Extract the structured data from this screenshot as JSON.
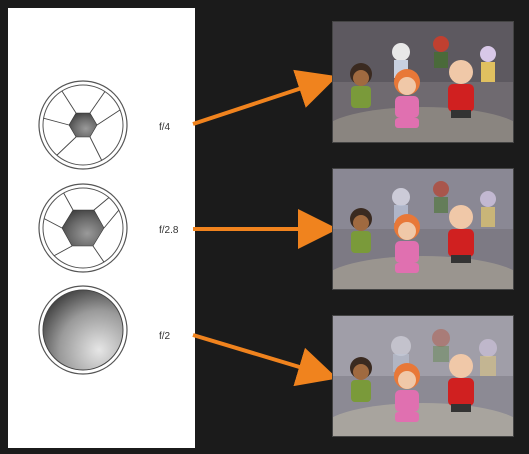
{
  "colors": {
    "background": "#1b1b1b",
    "panel": "#ffffff",
    "arrow": "#f0831e",
    "aperture_fill_dark": "#3c3c3c",
    "aperture_fill_light": "#e8e8e8"
  },
  "rows": [
    {
      "f_label": "f/4",
      "aperture_icon": "aperture-small-opening-icon",
      "photo_desc_icon": "toy-figures-photo-deep-focus"
    },
    {
      "f_label": "f/2.8",
      "aperture_icon": "aperture-medium-opening-icon",
      "photo_desc_icon": "toy-figures-photo-medium-focus"
    },
    {
      "f_label": "f/2",
      "aperture_icon": "aperture-wide-open-icon",
      "photo_desc_icon": "toy-figures-photo-shallow-focus"
    }
  ]
}
